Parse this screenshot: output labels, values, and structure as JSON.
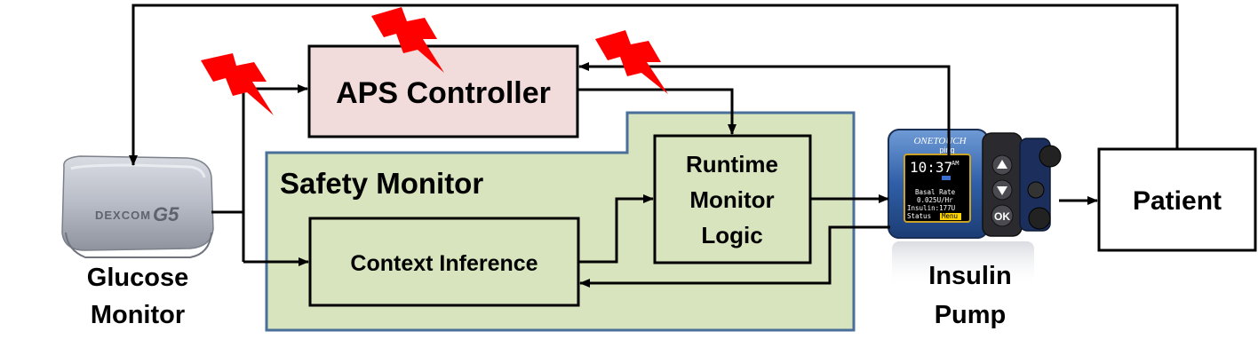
{
  "nodes": {
    "aps_controller": "APS Controller",
    "safety_monitor": "Safety Monitor",
    "runtime_monitor": [
      "Runtime",
      "Monitor",
      "Logic"
    ],
    "context_inference": "Context Inference",
    "patient": "Patient",
    "glucose_monitor": [
      "Glucose",
      "Monitor"
    ],
    "insulin_pump": [
      "Insulin",
      "Pump"
    ]
  },
  "device_text": {
    "sensor_brand": "DEXCOM",
    "sensor_model": "G5",
    "pump_brand_line1": "ONETOUCH",
    "pump_brand_line2": "ping",
    "pump_time": "10:37",
    "pump_ampm": "AM",
    "pump_basal_label": "Basal Rate",
    "pump_basal_value": "0.025U/Hr",
    "pump_insulin": "Insulin:177U",
    "pump_status": "Status",
    "pump_menu": "Menu",
    "pump_ok": "OK"
  },
  "colors": {
    "aps_fill": "#f2dcdb",
    "safety_fill": "#d7e4bd",
    "safety_border": "#4a6f9a",
    "box_fill": "#d7e4bd",
    "attack_red": "#ff0000"
  }
}
